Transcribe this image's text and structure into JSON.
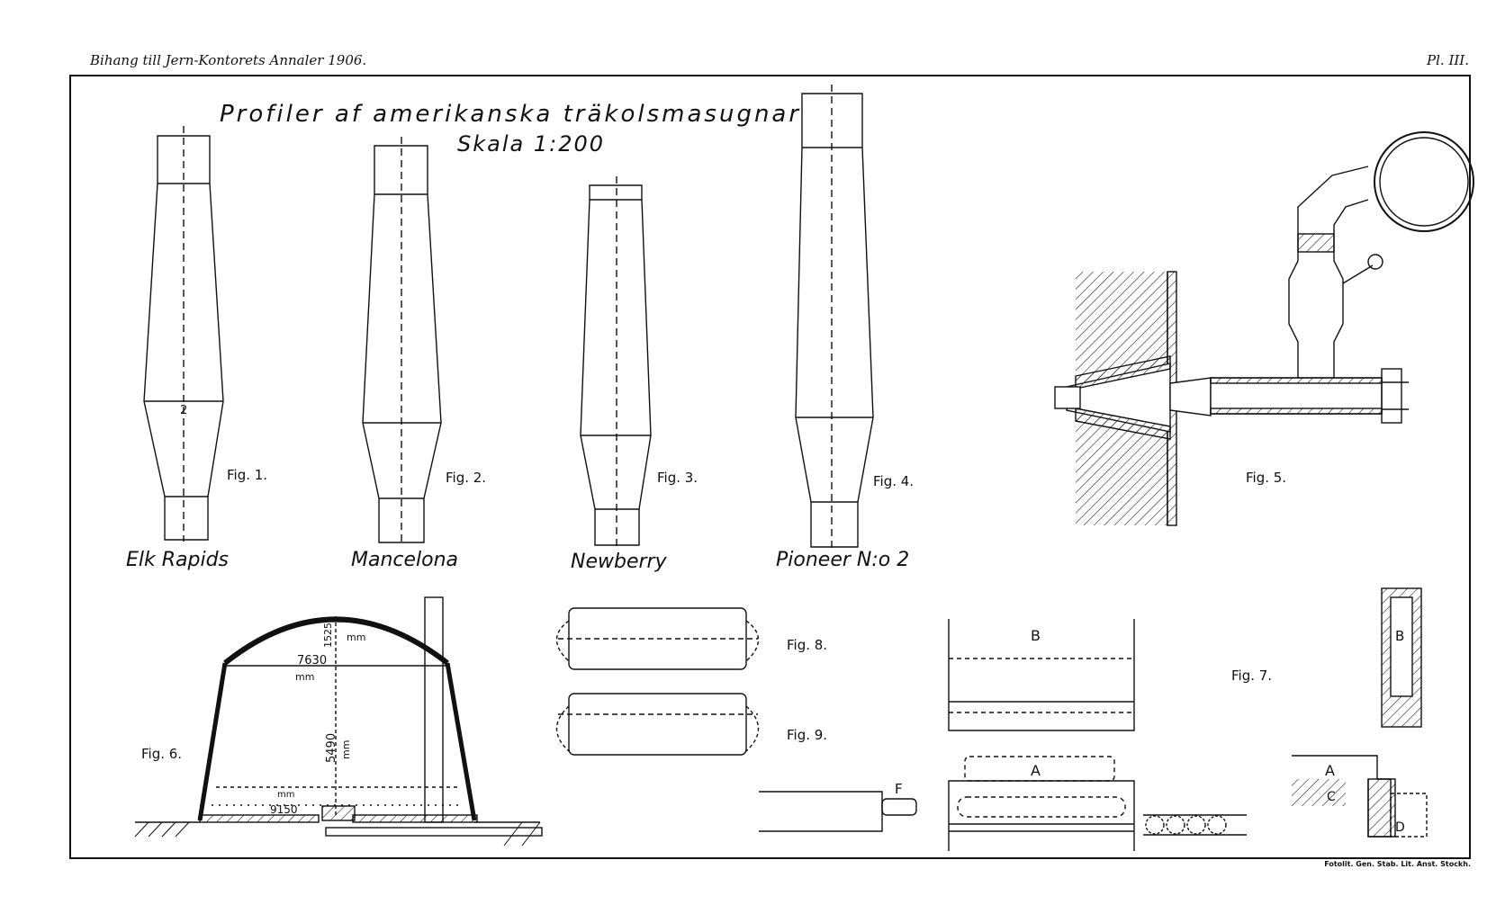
{
  "header": {
    "left": "Bihang till Jern-Kontorets Annaler 1906.",
    "right": "Pl. III."
  },
  "title": {
    "line1": "Profiler af amerikanska träkolsmasugnar",
    "line2": "Skala 1:200"
  },
  "figures": {
    "fig1": {
      "label": "Fig. 1.",
      "name": "Elk Rapids",
      "mark": "2"
    },
    "fig2": {
      "label": "Fig. 2.",
      "name": "Mancelona"
    },
    "fig3": {
      "label": "Fig. 3.",
      "name": "Newberry"
    },
    "fig4": {
      "label": "Fig. 4.",
      "name": "Pioneer N:o 2"
    },
    "fig5": {
      "label": "Fig. 5."
    },
    "fig6": {
      "label": "Fig. 6.",
      "dim_width": "7630",
      "dim_width_unit": "mm",
      "dim_rise": "1525",
      "dim_rise_unit": "mm",
      "dim_height": "5490",
      "dim_height_unit": "mm",
      "dim_floor": "9150",
      "dim_floor_unit": "mm"
    },
    "fig7": {
      "label": "Fig. 7.",
      "letter_a": "A",
      "letter_b": "B",
      "letter_c": "C",
      "letter_d": "D"
    },
    "fig8": {
      "label": "Fig. 8."
    },
    "fig9": {
      "label": "Fig. 9."
    },
    "fig_ab": {
      "letter_a": "A",
      "letter_b": "B",
      "letter_f": "F"
    }
  },
  "footer": {
    "credit": "Fotolit. Gen. Stab. Lit. Anst. Stockh."
  }
}
